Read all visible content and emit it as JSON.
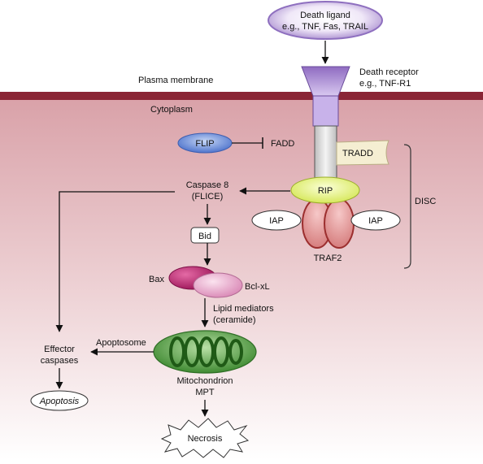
{
  "death_ligand": {
    "line1": "Death ligand",
    "line2": "e.g., TNF, Fas, TRAIL"
  },
  "death_receptor": {
    "line1": "Death receptor",
    "line2": "e.g., TNF-R1"
  },
  "plasma_membrane": "Plasma membrane",
  "cytoplasm": "Cytoplasm",
  "flip": "FLIP",
  "fadd": "FADD",
  "tradd": "TRADD",
  "rip": "RIP",
  "iap_left": "IAP",
  "iap_right": "IAP",
  "traf2": "TRAF2",
  "disc": "DISC",
  "caspase8": {
    "line1": "Caspase 8",
    "line2": "(FLICE)"
  },
  "bid": "Bid",
  "bax": "Bax",
  "bclxl": "Bcl-xL",
  "lipid": {
    "line1": "Lipid mediators",
    "line2": "(ceramide)"
  },
  "apoptosome": "Apoptosome",
  "effector": {
    "line1": "Effector",
    "line2": "caspases"
  },
  "apoptosis": "Apoptosis",
  "mitochondrion": {
    "line1": "Mitochondrion",
    "line2": "MPT"
  },
  "necrosis": "Necrosis",
  "colors": {
    "membrane": "#8a2535",
    "ligand": "#b79ad8",
    "receptor": "#c8b2ea",
    "flip": "#6f93de",
    "rip": "#e2f07c",
    "traf2": "#d98a8a",
    "bax": "#b8246b",
    "bclxl": "#e6a6c9",
    "mito_fill": "#58a048",
    "mito_coil": "#1f5a16",
    "tradd": "#f5eed2"
  }
}
